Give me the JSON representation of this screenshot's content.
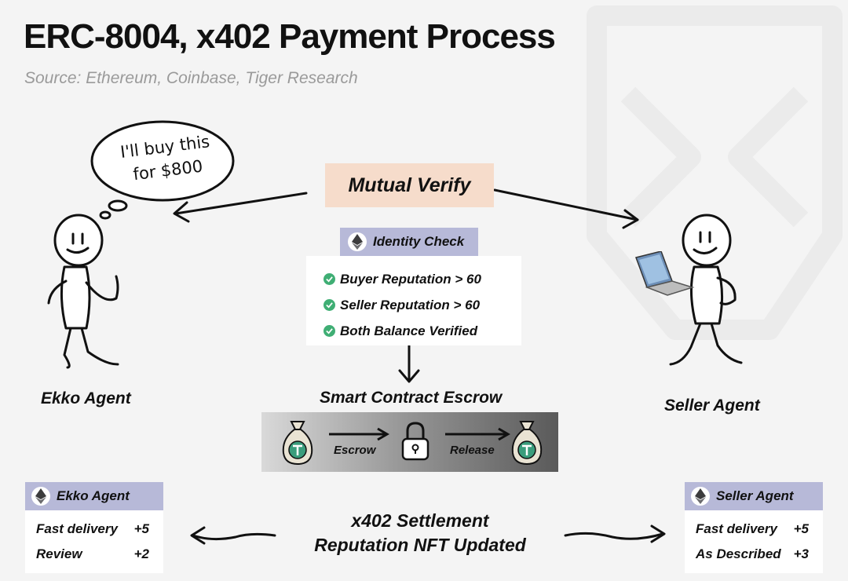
{
  "title": "ERC-8004, x402 Payment Process",
  "subtitle": "Source: Ethereum, Coinbase, Tiger Research",
  "speech_bubble": {
    "line1": "I'll buy this",
    "line2": "for $800"
  },
  "mutual_verify": "Mutual Verify",
  "identity_check": {
    "label": "Identity Check",
    "items": [
      "Buyer Reputation > 60",
      "Seller Reputation > 60",
      "Both Balance Verified"
    ]
  },
  "buyer_label": "Ekko Agent",
  "seller_label": "Seller Agent",
  "escrow": {
    "title": "Smart Contract Escrow",
    "escrow_label": "Escrow",
    "release_label": "Release"
  },
  "settlement": {
    "line1": "x402 Settlement",
    "line2": "Reputation NFT Updated"
  },
  "buyer_card": {
    "label": "Ekko Agent",
    "rows": [
      {
        "name": "Fast delivery",
        "value": "+5"
      },
      {
        "name": "Review",
        "value": "+2"
      }
    ]
  },
  "seller_card": {
    "label": "Seller Agent",
    "rows": [
      {
        "name": "Fast delivery",
        "value": "+5"
      },
      {
        "name": "As Described",
        "value": "+3"
      }
    ]
  },
  "colors": {
    "accent_box": "#f6dccb",
    "header_purple": "#b7b9d8",
    "check_green": "#3fae74",
    "tether_green": "#3a9d7c"
  }
}
